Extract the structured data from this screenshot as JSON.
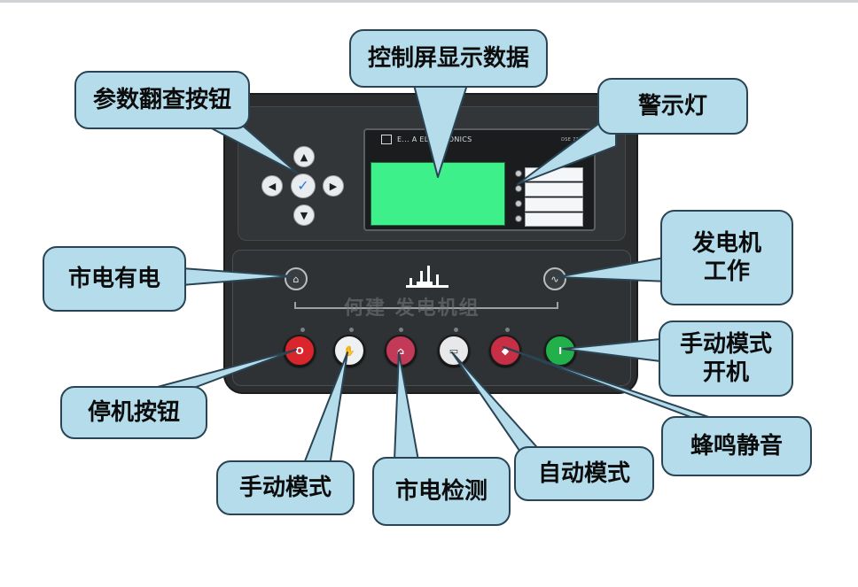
{
  "labels": {
    "display": "控制屏显示数据",
    "param_buttons": "参数翻查按钮",
    "warning_lights": "警示灯",
    "mains_available": "市电有电",
    "generator_running_line1": "发电机",
    "generator_running_line2": "工作",
    "manual_start_line1": "手动模式",
    "manual_start_line2": "开机",
    "stop_button": "停机按钮",
    "alarm_mute": "蜂鸣静音",
    "manual_mode": "手动模式",
    "mains_check": "市电检测",
    "auto_mode": "自动模式"
  },
  "device": {
    "brand": "E... A ELECTRONICS",
    "model": "DSE 7320",
    "watermark": "何建 发电机组"
  },
  "buttons": {
    "stop_color": "#d8262c",
    "manual_color": "#eef0f2",
    "mains_test_color": "#c23a57",
    "auto_color": "#e6e8ea",
    "mute_color": "#c72f46",
    "start_color": "#22b04a"
  },
  "colors": {
    "callout_fill": "#b4dceb",
    "callout_border": "#2a4454",
    "lcd": "#3ef08a"
  },
  "icons": {
    "nav": [
      "up-arrow-icon",
      "left-arrow-icon",
      "ok-check-icon",
      "right-arrow-icon",
      "down-arrow-icon"
    ],
    "mains": "mains-supply-icon",
    "generator": "sine-wave-icon"
  }
}
